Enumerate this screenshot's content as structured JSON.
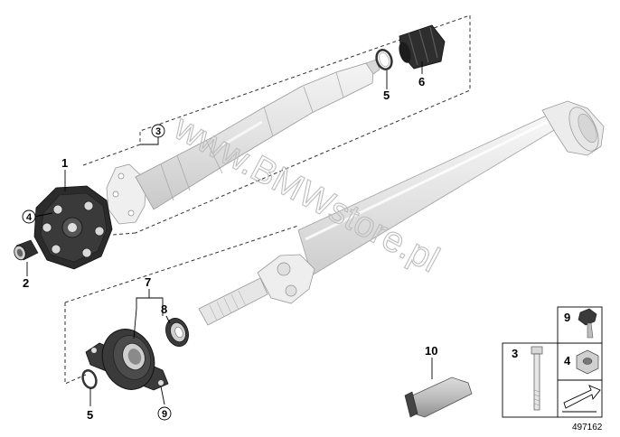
{
  "watermark": "www.BMWstore.pl",
  "diagram_id": "497162",
  "callouts": {
    "c1": "1",
    "c2": "2",
    "c3": "3",
    "c4": "4",
    "c5a": "5",
    "c5b": "5",
    "c6": "6",
    "c7": "7",
    "c8": "8",
    "c9": "9",
    "c10": "10"
  },
  "legend": {
    "bolt_hex": "9",
    "bolt_long": "3",
    "nut": "4"
  },
  "colors": {
    "part_fill": "#e8e8e8",
    "part_dark": "#3a3a3a",
    "watermark": "#bdbdbd"
  }
}
